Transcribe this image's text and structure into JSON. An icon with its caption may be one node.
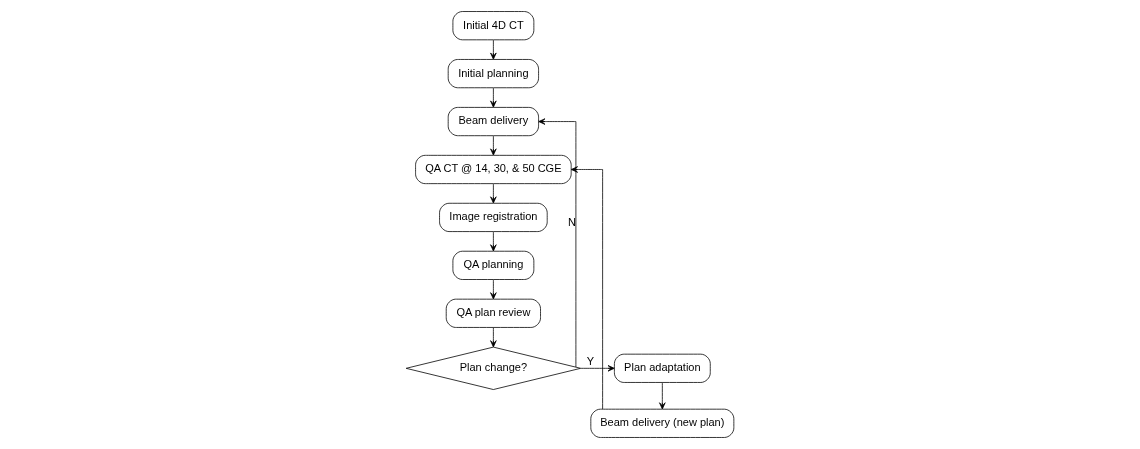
{
  "diagram": {
    "nodes": [
      {
        "text": [
          "Initial 4D CT"
        ]
      },
      {
        "text": [
          "Initial planning"
        ]
      },
      {
        "text": [
          "Beam delivery"
        ]
      },
      {
        "text": [
          "QA CT @ 14, 30, & 50 CGE"
        ]
      },
      {
        "text": [
          "Image registration"
        ]
      },
      {
        "text": [
          "QA planning"
        ]
      },
      {
        "text": [
          "QA plan review"
        ]
      },
      {
        "text": [
          "Plan change?"
        ]
      },
      {
        "text": [
          "Plan adaptation"
        ]
      },
      {
        "text": [
          "Beam delivery (new plan)"
        ]
      }
    ],
    "edges": [
      {
        "from": 0,
        "to": 1,
        "arrow": "to"
      },
      {
        "from": 1,
        "to": 2,
        "arrow": "to"
      },
      {
        "from": 2,
        "to": 3,
        "arrow": "to"
      },
      {
        "from": 3,
        "to": 4,
        "arrow": "to"
      },
      {
        "from": 4,
        "to": 5,
        "arrow": "to"
      },
      {
        "from": 5,
        "to": 6,
        "arrow": "to"
      },
      {
        "from": 6,
        "to": 7,
        "arrow": "to"
      },
      {
        "from": 7,
        "to": 2,
        "arrow": "to",
        "label": "N"
      },
      {
        "from": 7,
        "to": 8,
        "arrow": "to",
        "label": "Y"
      },
      {
        "from": 8,
        "to": 9,
        "arrow": "to"
      },
      {
        "from": 9,
        "to": 3,
        "arrow": "to"
      }
    ]
  }
}
